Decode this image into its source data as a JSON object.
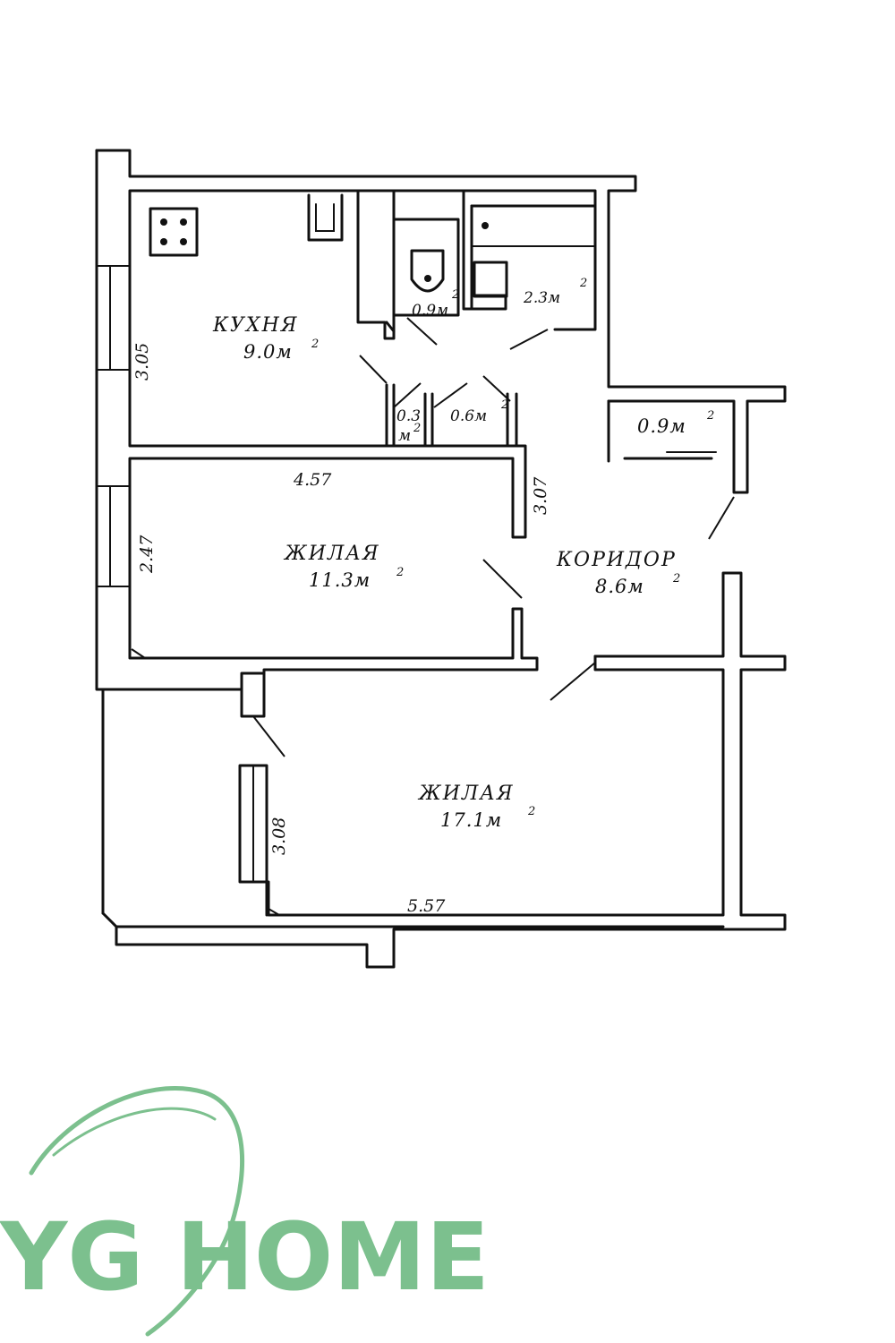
{
  "rooms": {
    "kitchen": {
      "name": "КУХНЯ",
      "area": "9.0м",
      "sup": "2"
    },
    "wc": {
      "area": "0.9м",
      "sup": "2"
    },
    "bath": {
      "area": "2.3м",
      "sup": "2"
    },
    "closet_small": {
      "area_top": "0.3",
      "area_bottom": "м",
      "sup": "2"
    },
    "closet_mid": {
      "area": "0.6м",
      "sup": "2"
    },
    "closet_right": {
      "area": "0.9м",
      "sup": "2"
    },
    "living_small": {
      "name": "ЖИЛАЯ",
      "area": "11.3м",
      "sup": "2"
    },
    "corridor": {
      "name": "КОРИДОР",
      "area": "8.6м",
      "sup": "2"
    },
    "living_large": {
      "name": "ЖИЛАЯ",
      "area": "17.1м",
      "sup": "2"
    }
  },
  "dimensions": {
    "kitchen_height": "3.05",
    "living_small_width": "4.57",
    "living_small_height": "2.47",
    "corridor_wall": "3.07",
    "living_large_height": "3.08",
    "living_large_width": "5.57"
  },
  "logo": {
    "text": "YG HOME",
    "color": "#7cc08e"
  }
}
